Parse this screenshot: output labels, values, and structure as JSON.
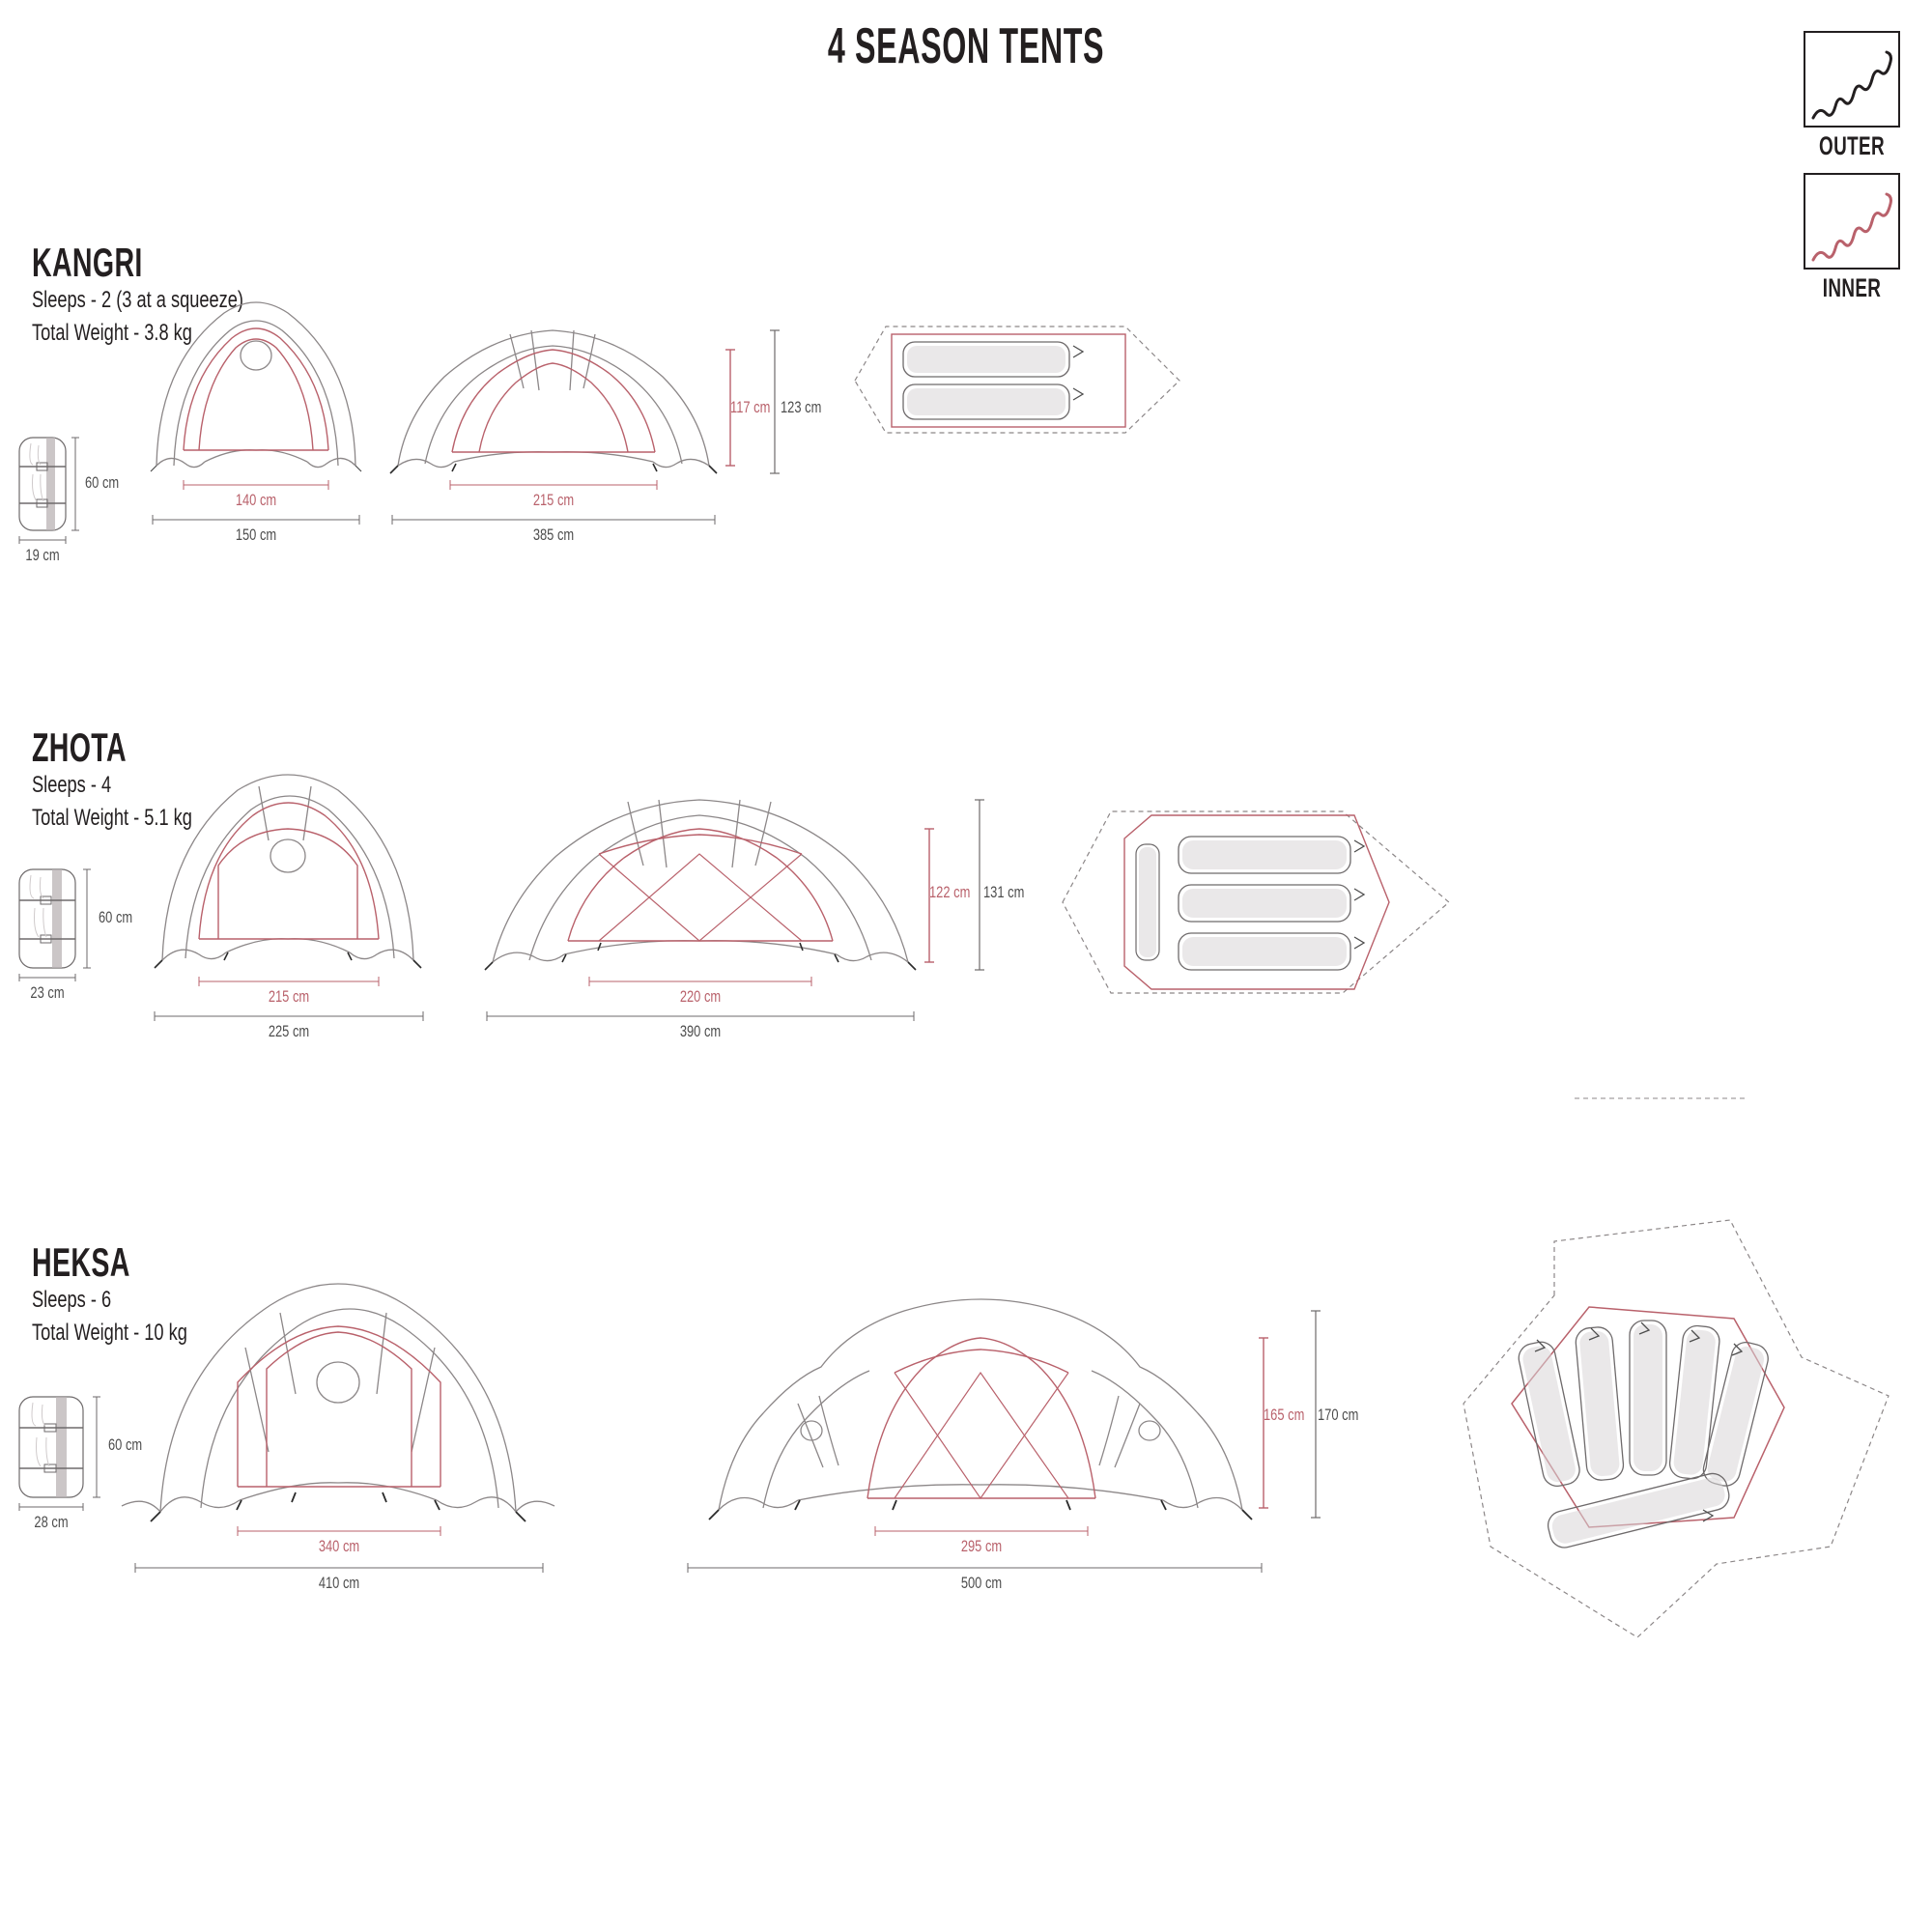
{
  "header": {
    "title": "4 SEASON TENTS"
  },
  "legend": {
    "items": [
      {
        "label": "OUTER",
        "icon": "squiggle-dark",
        "color": "#231f20"
      },
      {
        "label": "INNER",
        "icon": "squiggle-red",
        "color": "#b9616b"
      }
    ]
  },
  "colors": {
    "outer": "#231f20",
    "inner": "#b9616b",
    "dim_outer": "#4d4d4d",
    "dim_inner": "#b9616b",
    "line_grey": "#6e6a6b"
  },
  "tents": [
    {
      "name": "KANGRI",
      "sleeps": "Sleeps - 2 (3 at a squeeze)",
      "weight": "Total Weight - 3.8 kg",
      "packed": {
        "height": "60 cm",
        "width": "19 cm"
      },
      "front_view": {
        "inner_width": "140 cm",
        "outer_width": "150 cm"
      },
      "side_view": {
        "inner_length": "215 cm",
        "outer_length": "385 cm",
        "inner_height": "117 cm",
        "outer_height": "123 cm"
      },
      "floor_plan": {
        "mats": 2
      }
    },
    {
      "name": "ZHOTA",
      "sleeps": "Sleeps - 4",
      "weight": "Total Weight - 5.1 kg",
      "packed": {
        "height": "60 cm",
        "width": "23 cm"
      },
      "front_view": {
        "inner_width": "215 cm",
        "outer_width": "225 cm"
      },
      "side_view": {
        "inner_length": "220 cm",
        "outer_length": "390 cm",
        "inner_height": "122 cm",
        "outer_height": "131 cm"
      },
      "floor_plan": {
        "mats": 4
      }
    },
    {
      "name": "HEKSA",
      "sleeps": "Sleeps - 6",
      "weight": "Total Weight - 10 kg",
      "packed": {
        "height": "60 cm",
        "width": "28 cm"
      },
      "front_view": {
        "inner_width": "340 cm",
        "outer_width": "410 cm"
      },
      "side_view": {
        "inner_length": "295 cm",
        "outer_length": "500 cm",
        "inner_height": "165 cm",
        "outer_height": "170 cm"
      },
      "floor_plan": {
        "mats": 6
      }
    }
  ]
}
